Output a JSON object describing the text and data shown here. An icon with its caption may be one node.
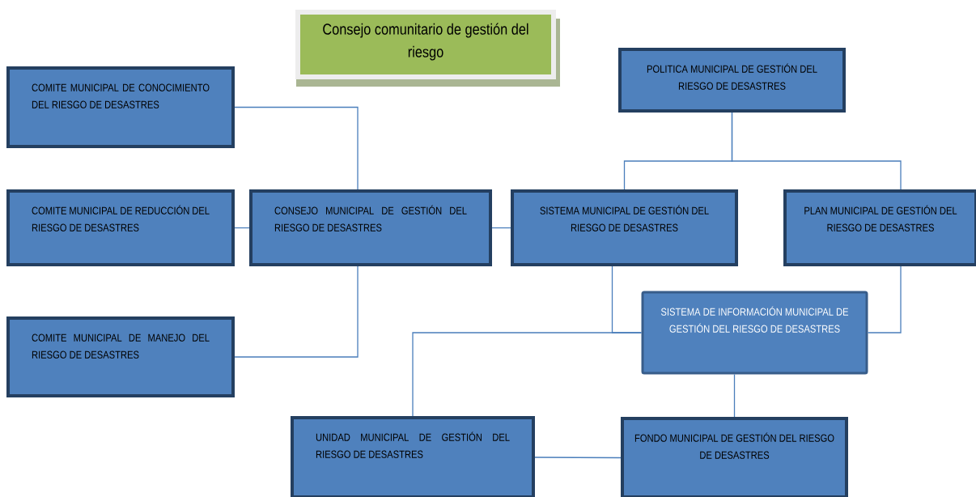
{
  "diagram": {
    "nodes": [
      {
        "text": [
          "Consejo comunitario de gestión del riesgo"
        ]
      },
      {
        "text": [
          "POLITICA MUNICIPAL DE GESTIÓN DEL RIESGO DE DESASTRES"
        ]
      },
      {
        "text": [
          "COMITE MUNICIPAL DE CONOCIMIENTO DEL RIESGO DE DESASTRES"
        ]
      },
      {
        "text": [
          "COMITE MUNICIPAL DE REDUCCIÓN DEL RIESGO DE DESASTRES"
        ]
      },
      {
        "text": [
          "CONSEJO MUNICIPAL DE GESTIÓN DEL RIESGO DE DESASTRES"
        ]
      },
      {
        "text": [
          "SISTEMA MUNICIPAL DE GESTIÓN DEL RIESGO DE DESASTRES"
        ]
      },
      {
        "text": [
          "PLAN MUNICIPAL DE GESTIÓN DEL RIESGO DE DESASTRES"
        ]
      },
      {
        "text": [
          "SISTEMA DE INFORMACIÓN MUNICIPAL DE GESTIÓN DEL RIESGO DE DESASTRES"
        ]
      },
      {
        "text": [
          "COMITE MUNICIPAL DE MANEJO DEL RIESGO DE DESASTRES"
        ]
      },
      {
        "text": [
          "UNIDAD MUNICIPAL DE GESTIÓN DEL RIESGO DE DESASTRES"
        ]
      },
      {
        "text": [
          "FONDO MUNICIPAL DE GESTIÓN DEL RIESGO DE DESASTRES"
        ]
      }
    ],
    "edges": [
      {
        "from": 2,
        "to": 4,
        "arrow": "none"
      },
      {
        "from": 3,
        "to": 4,
        "arrow": "none"
      },
      {
        "from": 8,
        "to": 4,
        "arrow": "none"
      },
      {
        "from": 4,
        "to": 5,
        "arrow": "none"
      },
      {
        "from": 1,
        "to": 5,
        "arrow": "none"
      },
      {
        "from": 1,
        "to": 6,
        "arrow": "none"
      },
      {
        "from": 5,
        "to": 7,
        "arrow": "none"
      },
      {
        "from": 9,
        "to": 7,
        "arrow": "none"
      },
      {
        "from": 6,
        "to": 7,
        "arrow": "none"
      },
      {
        "from": 7,
        "to": 10,
        "arrow": "none"
      },
      {
        "from": 9,
        "to": 10,
        "arrow": "none"
      }
    ]
  }
}
